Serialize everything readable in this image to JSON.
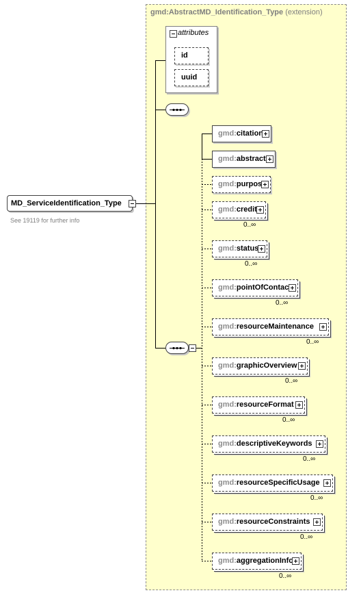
{
  "extension": {
    "type_name": "gmd:AbstractMD_Identification_Type",
    "tag": "(extension)"
  },
  "attributes": {
    "header": "attributes",
    "items": [
      "id",
      "uuid"
    ]
  },
  "root": {
    "name": "MD_ServiceIdentification_Type",
    "note": "See 19119 for further info"
  },
  "elements": [
    {
      "prefix": "gmd:",
      "name": "citation",
      "optional": false,
      "cardinality": ""
    },
    {
      "prefix": "gmd:",
      "name": "abstract",
      "optional": false,
      "cardinality": ""
    },
    {
      "prefix": "gmd:",
      "name": "purpose",
      "optional": true,
      "cardinality": ""
    },
    {
      "prefix": "gmd:",
      "name": "credit",
      "optional": true,
      "cardinality": "0..∞"
    },
    {
      "prefix": "gmd:",
      "name": "status",
      "optional": true,
      "cardinality": "0..∞"
    },
    {
      "prefix": "gmd:",
      "name": "pointOfContact",
      "optional": true,
      "cardinality": "0..∞"
    },
    {
      "prefix": "gmd:",
      "name": "resourceMaintenance",
      "optional": true,
      "cardinality": "0..∞"
    },
    {
      "prefix": "gmd:",
      "name": "graphicOverview",
      "optional": true,
      "cardinality": "0..∞"
    },
    {
      "prefix": "gmd:",
      "name": "resourceFormat",
      "optional": true,
      "cardinality": "0..∞"
    },
    {
      "prefix": "gmd:",
      "name": "descriptiveKeywords",
      "optional": true,
      "cardinality": "0..∞"
    },
    {
      "prefix": "gmd:",
      "name": "resourceSpecificUsage",
      "optional": true,
      "cardinality": "0..∞"
    },
    {
      "prefix": "gmd:",
      "name": "resourceConstraints",
      "optional": true,
      "cardinality": "0..∞"
    },
    {
      "prefix": "gmd:",
      "name": "aggregationInfo",
      "optional": true,
      "cardinality": "0..∞"
    }
  ]
}
